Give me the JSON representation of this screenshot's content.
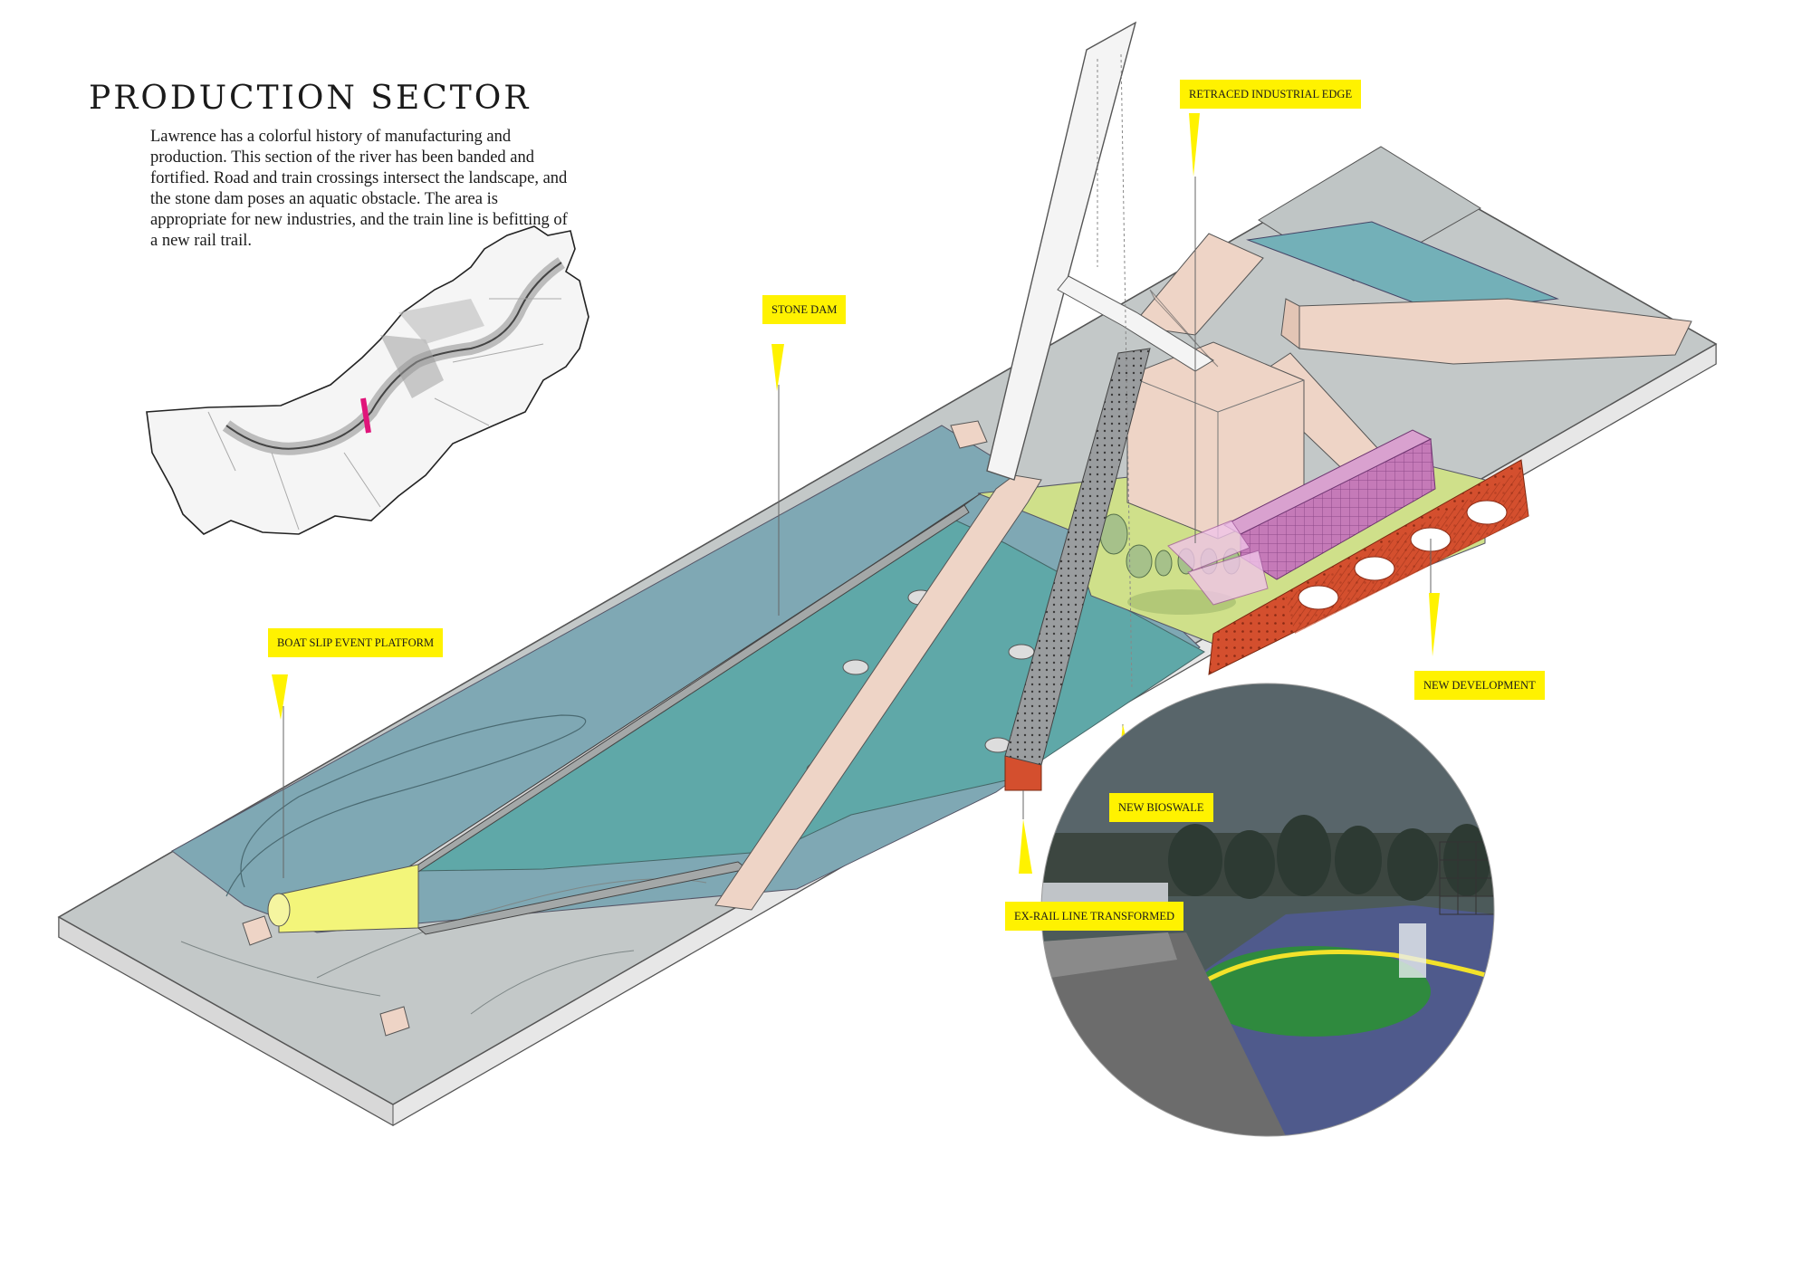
{
  "header": {
    "title": "PRODUCTION SECTOR",
    "description": "Lawrence has a colorful history of manufacturing and production. This section of the river has been banded and fortified. Road and train crossings intersect the landscape, and the stone dam poses an aquatic obstacle. The area is appropriate for new industries, and the train line is befitting of a new rail trail."
  },
  "labels": {
    "retraced_industrial_edge": "RETRACED INDUSTRIAL EDGE",
    "stone_dam": "STONE DAM",
    "boat_slip_event_platform": "BOAT SLIP EVENT PLATFORM",
    "new_development": "NEW DEVELOPMENT",
    "new_bioswale": "NEW BIOSWALE",
    "ex_rail_line_transformed": "EX-RAIL LINE TRANSFORMED"
  },
  "colors": {
    "label_yellow": "#fff200",
    "water_blue": "#7fa8b4",
    "water_teal": "#5fa8a8",
    "ground_gray": "#c3c8c8",
    "building_pink": "#eed4c6",
    "new_development_magenta": "#c576b8",
    "bioswale_green": "#cfe08a",
    "brick_red": "#d44f2e",
    "locator_marker": "#e0157a"
  }
}
